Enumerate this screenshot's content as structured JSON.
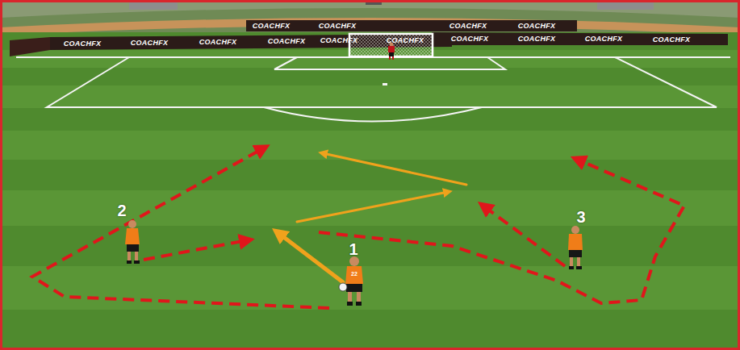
{
  "diagram": {
    "labels": [
      "COACHFX",
      "COACHFX",
      "COACHFX",
      "COACHFX",
      "COACHFX",
      "COACHFX",
      "COACHFX",
      "COACHFX",
      "COACHFX",
      "COACHFX",
      "COACHFX",
      "COACHFX",
      "COACHFX",
      "COACHFX",
      "2",
      "3",
      "1",
      "22"
    ]
  }
}
